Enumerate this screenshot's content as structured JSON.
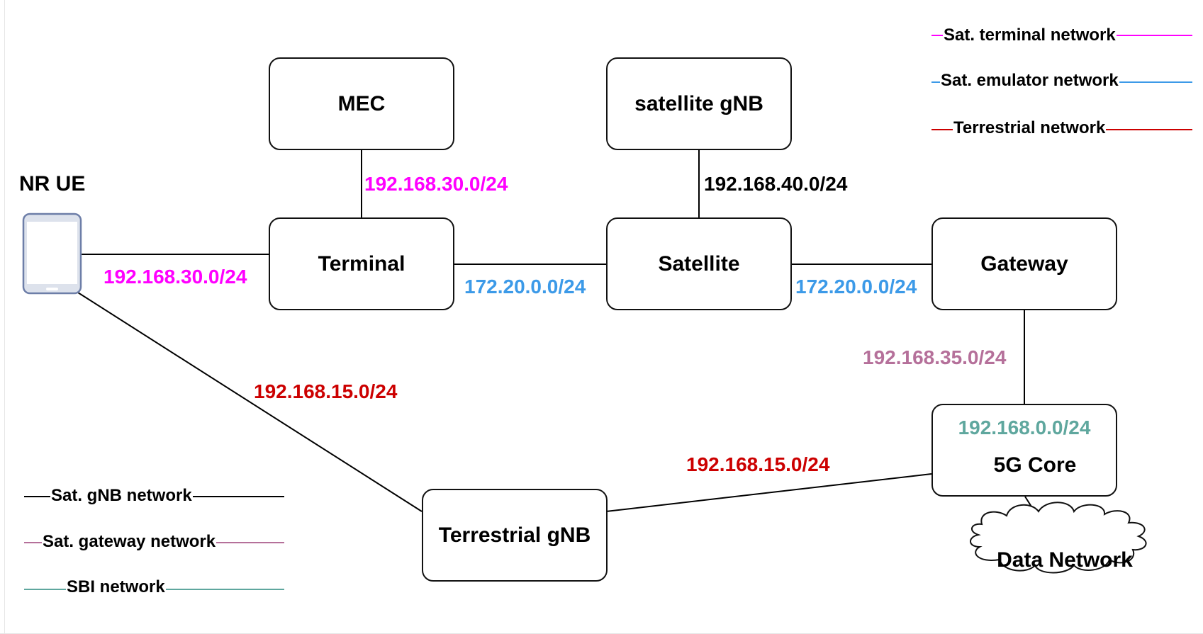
{
  "colors": {
    "sat_terminal": "#ff00ff",
    "sat_emulator": "#3c9ae8",
    "terrestrial": "#cc0000",
    "sat_gnb": "#000000",
    "sat_gateway": "#b5709a",
    "sbi": "#5fa79e"
  },
  "nodes": {
    "nr_ue": "NR UE",
    "mec": "MEC",
    "satellite_gnb": "satellite gNB",
    "terminal": "Terminal",
    "satellite": "Satellite",
    "gateway": "Gateway",
    "core": "5G Core",
    "core_subnet": "192.168.0.0/24",
    "terrestrial_gnb": "Terrestrial gNB",
    "data_network": "Data Network"
  },
  "links": {
    "mec_terminal": "192.168.30.0/24",
    "ue_terminal": "192.168.30.0/24",
    "sgnb_satellite": "192.168.40.0/24",
    "terminal_satellite": "172.20.0.0/24",
    "satellite_gateway": "172.20.0.0/24",
    "gateway_core": "192.168.35.0/24",
    "ue_tgnb": "192.168.15.0/24",
    "tgnb_core": "192.168.15.0/24"
  },
  "legend_top": [
    {
      "label": "Sat. terminal network",
      "color_key": "sat_terminal"
    },
    {
      "label": "Sat. emulator network",
      "color_key": "sat_emulator"
    },
    {
      "label": "Terrestrial network",
      "color_key": "terrestrial"
    }
  ],
  "legend_bottom": [
    {
      "label": "Sat. gNB network",
      "color_key": "sat_gnb"
    },
    {
      "label": "Sat. gateway network",
      "color_key": "sat_gateway"
    },
    {
      "label": "SBI network",
      "color_key": "sbi"
    }
  ]
}
